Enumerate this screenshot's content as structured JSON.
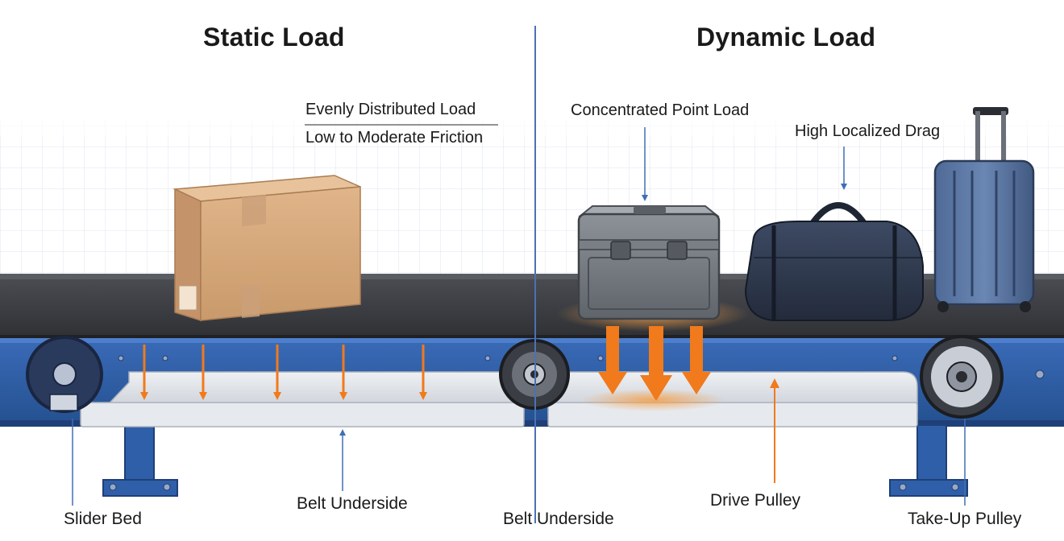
{
  "titles": {
    "static": "Static Load",
    "dynamic": "Dynamic Load"
  },
  "annotations": {
    "evenly_distributed": "Evenly Distributed Load",
    "low_moderate_friction": "Low to Moderate Friction",
    "concentrated_point": "Concentrated Point Load",
    "high_localized_drag": "High Localized Drag"
  },
  "parts": {
    "slider_bed": "Slider Bed",
    "belt_underside_left": "Belt Underside",
    "belt_underside_center": "Belt Underside",
    "drive_pulley": "Drive Pulley",
    "take_up_pulley": "Take-Up Pulley"
  },
  "colors": {
    "frame_blue": "#2f5fa8",
    "frame_dark": "#1f3f78",
    "belt": "#3b3d42",
    "load_arrow": "#f07a1c",
    "leader_line": "#3f6fb5",
    "cardboard": "#d8ab7d"
  },
  "icons": [
    "cardboard-box-icon",
    "metal-case-icon",
    "duffel-bag-icon",
    "rolling-suitcase-icon",
    "pulley-icon"
  ]
}
